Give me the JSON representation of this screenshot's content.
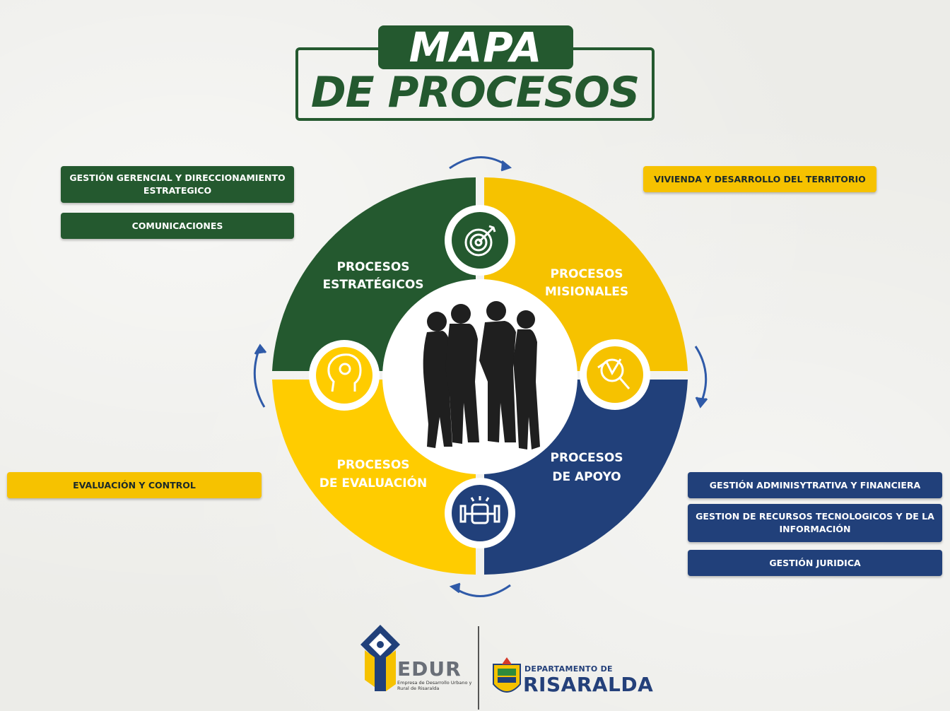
{
  "title": {
    "line1": "MAPA",
    "line2": "DE PROCESOS"
  },
  "colors": {
    "green": "#24592f",
    "yellow": "#f6c200",
    "blue": "#21407a",
    "arrow": "#2f5aa8"
  },
  "quadrants": {
    "strategic": {
      "line1": "PROCESOS",
      "line2": "ESTRATÉGICOS",
      "icon": "target-icon"
    },
    "missional": {
      "line1": "PROCESOS",
      "line2": "MISIONALES",
      "icon": "magnifier-chart-icon"
    },
    "support": {
      "line1": "PROCESOS",
      "line2": "DE APOYO",
      "icon": "fist-dumbbell-icon"
    },
    "evaluation": {
      "line1": "PROCESOS",
      "line2": "DE EVALUACIÓN",
      "icon": "head-gear-icon"
    }
  },
  "strategic_items": [
    "GESTIÓN GERENCIAL Y DIRECCIONAMIENTO ESTRATEGICO",
    "COMUNICACIONES"
  ],
  "missional_items": [
    "VIVIENDA Y DESARROLLO DEL TERRITORIO"
  ],
  "evaluation_items": [
    "EVALUACIÓN Y CONTROL"
  ],
  "support_items": [
    "GESTIÓN  ADMINISYTRATIVA Y FINANCIERA",
    "GESTION DE RECURSOS TECNOLOGICOS Y DE LA INFORMACIÓN",
    "GESTIÓN JURIDICA"
  ],
  "footer": {
    "edur_name": "EDUR",
    "edur_sub": "Empresa de Desarrollo Urbano y Rural de Risaralda",
    "risaralda_small": "DEPARTAMENTO DE",
    "risaralda_big": "RISARALDA"
  }
}
